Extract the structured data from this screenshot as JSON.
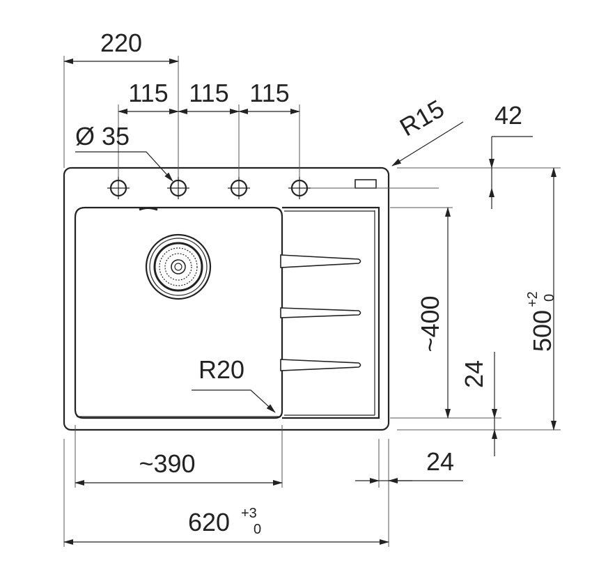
{
  "dimensions": {
    "overall_width": "620",
    "overall_width_tol_upper": "+3",
    "overall_width_tol_lower": "0",
    "overall_depth": "500",
    "overall_depth_tol_upper": "+2",
    "overall_depth_tol_lower": "0",
    "bowl_width": "~390",
    "bowl_depth": "~400",
    "hole_offset": "220",
    "hole_spacing_1": "115",
    "hole_spacing_2": "115",
    "hole_spacing_3": "115",
    "hole_diameter": "Ø 35",
    "corner_radius_outer": "R15",
    "corner_radius_bowl": "R20",
    "hole_row_offset": "42",
    "rim_bottom": "24",
    "rim_right": "24"
  }
}
